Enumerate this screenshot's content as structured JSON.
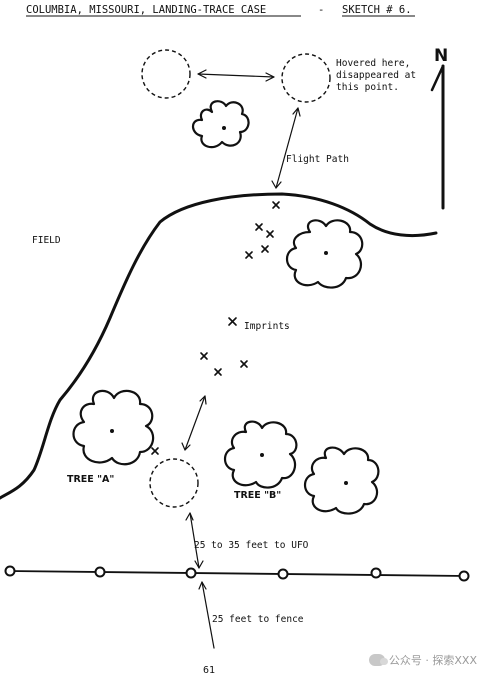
{
  "header": {
    "title": "COLUMBIA, MISSOURI, LANDING-TRACE CASE",
    "separator": "-",
    "sketch_label": "SKETCH # 6."
  },
  "compass": {
    "north_label": "N"
  },
  "labels": {
    "hovered": [
      "Hovered here,",
      "disappeared at",
      "this point."
    ],
    "flight_path": "Flight Path",
    "field": "FIELD",
    "imprints": "Imprints",
    "tree_a": "TREE \"A\"",
    "tree_b": "TREE \"B\"",
    "distance_ufo": "25 to 35 feet to UFO",
    "distance_fence": "25 feet to fence"
  },
  "page_number": "61",
  "watermark": {
    "text": "公众号 · 探索XXX"
  }
}
